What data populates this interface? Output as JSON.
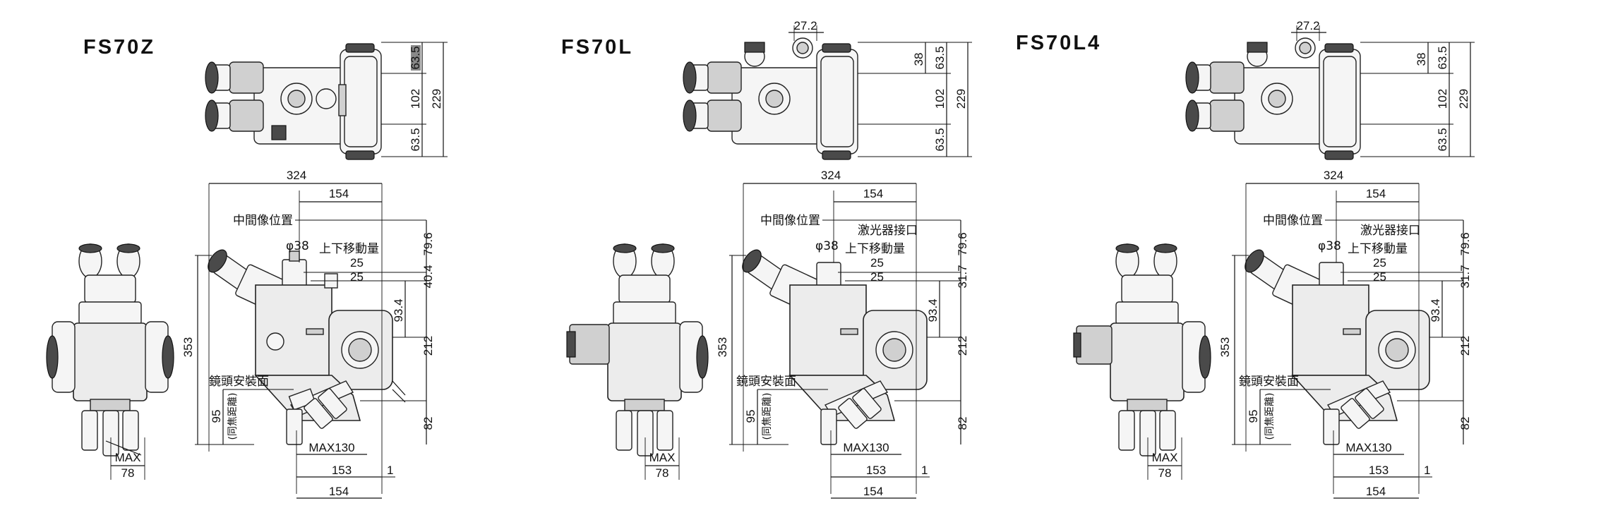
{
  "panels": [
    {
      "model": "FS70Z",
      "top_dims": {
        "d_total": "229",
        "d_top": "63.5",
        "d_mid": "102",
        "d_bot": "63.5",
        "d_offset": "",
        "d_width": ""
      },
      "front": {
        "max_label": "MAX",
        "max_value": "78"
      },
      "side": {
        "width_total": "324",
        "width_upper": "154",
        "intermediate_image": "中間像位置",
        "laser_port": "",
        "tube_dia": "φ38",
        "vertical_travel": "上下移動量",
        "travel_up": "25",
        "travel_down": "25",
        "h_top": "79.6",
        "h_step": "40.4",
        "h_arm": "93.4",
        "h_mid": "212",
        "h_bottom": "82",
        "h_total": "353",
        "mount_face": "鏡頭安裝面",
        "focal_value": "95",
        "focal_label": "(同焦距離)",
        "max_width": "MAX130",
        "base_153": "153",
        "base_1": "1",
        "base_154": "154"
      }
    },
    {
      "model": "FS70L",
      "top_dims": {
        "d_total": "229",
        "d_top": "63.5",
        "d_mid": "102",
        "d_bot": "63.5",
        "d_offset": "38",
        "d_width": "27.2"
      },
      "front": {
        "max_label": "MAX",
        "max_value": "78"
      },
      "side": {
        "width_total": "324",
        "width_upper": "154",
        "intermediate_image": "中間像位置",
        "laser_port": "激光器接口",
        "tube_dia": "φ38",
        "vertical_travel": "上下移動量",
        "travel_up": "25",
        "travel_down": "25",
        "h_top": "79.6",
        "h_step": "31.7",
        "h_arm": "93.4",
        "h_mid": "212",
        "h_bottom": "82",
        "h_total": "353",
        "mount_face": "鏡頭安裝面",
        "focal_value": "95",
        "focal_label": "(同焦距離)",
        "max_width": "MAX130",
        "base_153": "153",
        "base_1": "1",
        "base_154": "154"
      }
    },
    {
      "model": "FS70L4",
      "top_dims": {
        "d_total": "229",
        "d_top": "63.5",
        "d_mid": "102",
        "d_bot": "63.5",
        "d_offset": "38",
        "d_width": "27.2"
      },
      "front": {
        "max_label": "MAX",
        "max_value": "78"
      },
      "side": {
        "width_total": "324",
        "width_upper": "154",
        "intermediate_image": "中間像位置",
        "laser_port": "激光器接口",
        "tube_dia": "φ38",
        "vertical_travel": "上下移動量",
        "travel_up": "25",
        "travel_down": "25",
        "h_top": "79.6",
        "h_step": "31.7",
        "h_arm": "93.4",
        "h_mid": "212",
        "h_bottom": "82",
        "h_total": "353",
        "mount_face": "鏡頭安裝面",
        "focal_value": "95",
        "focal_label": "(同焦距離)",
        "max_width": "MAX130",
        "base_153": "153",
        "base_1": "1",
        "base_154": "154"
      }
    }
  ]
}
